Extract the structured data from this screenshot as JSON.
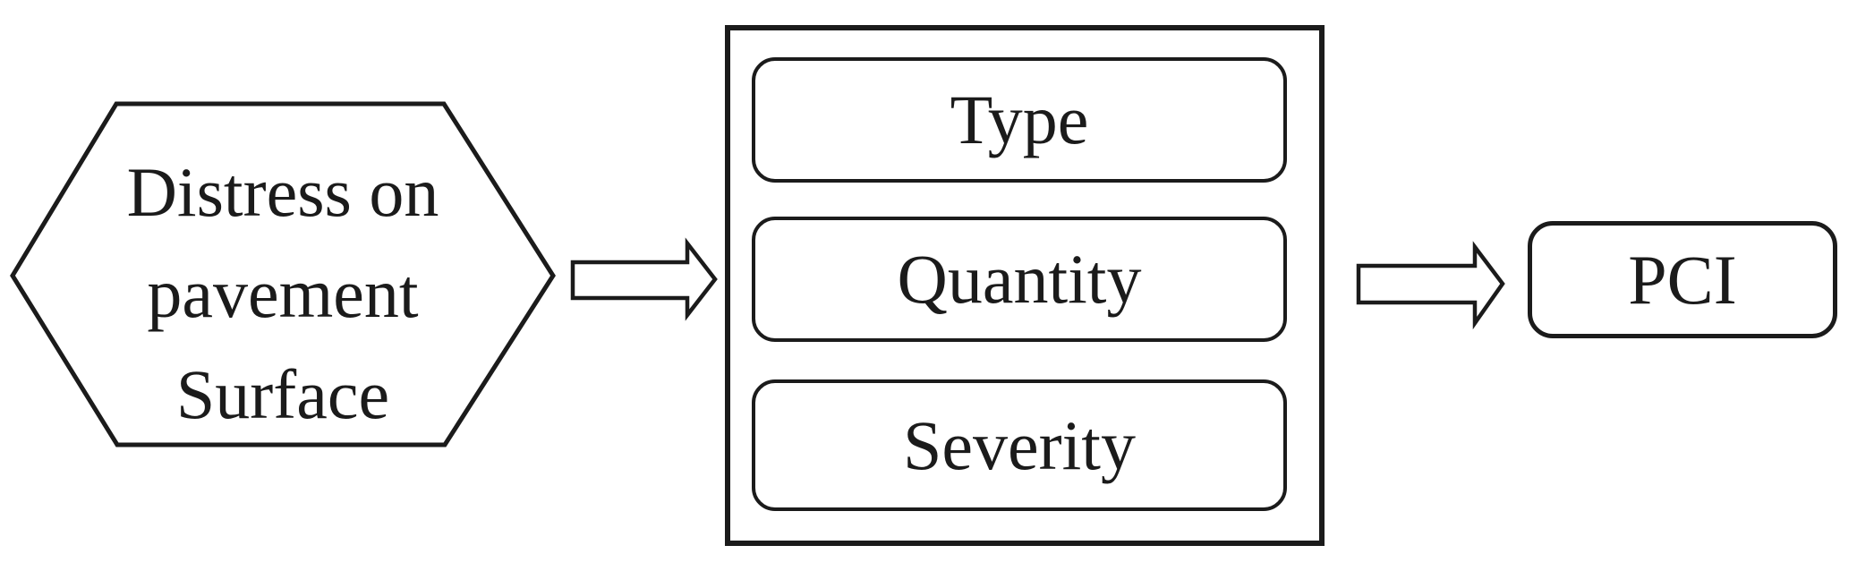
{
  "canvas": {
    "background": "#ffffff",
    "ink": "#1b1b1b"
  },
  "nodes": {
    "source": {
      "shape": "hexagon",
      "label": "Distress on\npavement\nSurface"
    },
    "factors": {
      "shape": "rectangle-container",
      "items": [
        "Type",
        "Quantity",
        "Severity"
      ]
    },
    "result": {
      "shape": "rounded-rectangle",
      "label": "PCI"
    }
  },
  "connectors": [
    {
      "from": "source",
      "to": "factors",
      "style": "hollow-block-arrow",
      "direction": "right"
    },
    {
      "from": "factors",
      "to": "result",
      "style": "hollow-block-arrow",
      "direction": "right"
    }
  ]
}
